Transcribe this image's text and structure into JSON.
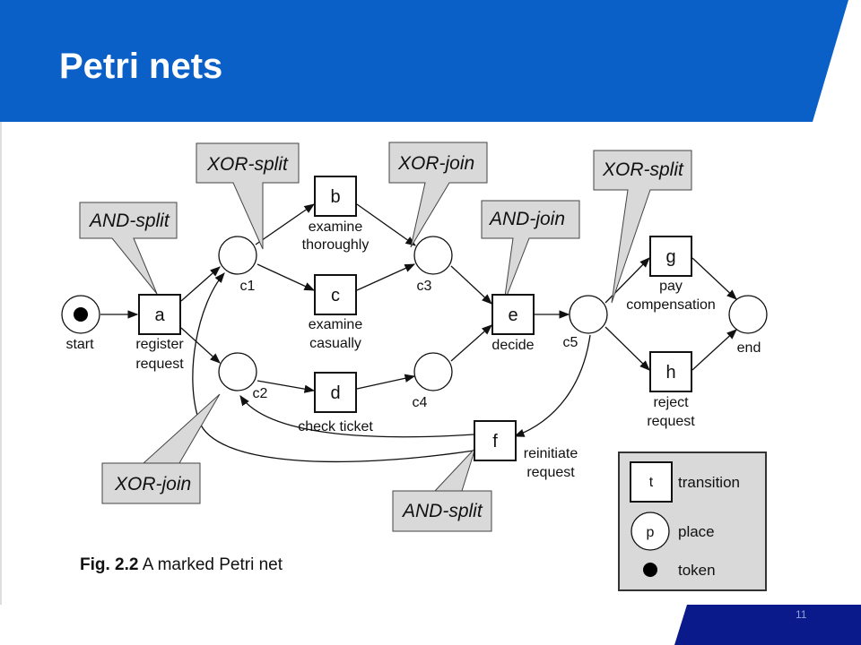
{
  "slide": {
    "title": "Petri nets",
    "page_number": "11",
    "header_color": "#0B60C8",
    "footer_color": "#0A1A8A"
  },
  "caption": {
    "bold": "Fig. 2.2",
    "text": "A marked Petri net"
  },
  "transitions": {
    "a": {
      "name": "a",
      "label": [
        "register",
        "request"
      ]
    },
    "b": {
      "name": "b",
      "label": [
        "examine",
        "thoroughly"
      ]
    },
    "c": {
      "name": "c",
      "label": [
        "examine",
        "casually"
      ]
    },
    "d": {
      "name": "d",
      "label": [
        "check ticket"
      ]
    },
    "e": {
      "name": "e",
      "label": [
        "decide"
      ]
    },
    "f": {
      "name": "f",
      "label": [
        "reinitiate",
        "request"
      ]
    },
    "g": {
      "name": "g",
      "label": [
        "pay",
        "compensation"
      ]
    },
    "h": {
      "name": "h",
      "label": [
        "reject",
        "request"
      ]
    }
  },
  "places": {
    "start": {
      "label": "start",
      "has_token": true
    },
    "c1": {
      "label": "c1"
    },
    "c2": {
      "label": "c2"
    },
    "c3": {
      "label": "c3"
    },
    "c4": {
      "label": "c4"
    },
    "c5": {
      "label": "c5"
    },
    "end": {
      "label": "end"
    }
  },
  "callouts": {
    "and_split_a": "AND-split",
    "xor_split_c1": "XOR-split",
    "xor_join_c3": "XOR-join",
    "and_join_e": "AND-join",
    "xor_split_c5": "XOR-split",
    "xor_join_c2": "XOR-join",
    "and_split_f": "AND-split"
  },
  "legend": {
    "transition_symbol": "t",
    "transition_label": "transition",
    "place_symbol": "p",
    "place_label": "place",
    "token_label": "token"
  }
}
